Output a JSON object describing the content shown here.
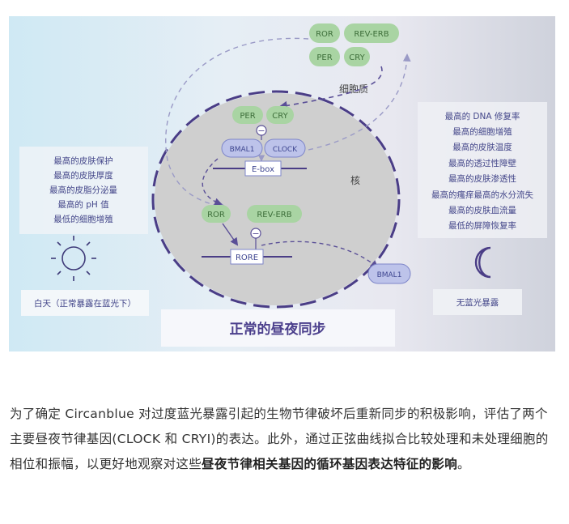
{
  "diagram": {
    "title": "正常的昼夜同步",
    "cytoplasm_label": "细胞质",
    "nucleus_label": "核",
    "day_label": "白天（正常暴露在蓝光下）",
    "night_label": "无蓝光暴露",
    "inhibit_symbol": "−",
    "genes": {
      "ror_top": "ROR",
      "reverb_top": "REV-ERB",
      "per_top": "PER",
      "cry_top": "CRY",
      "per": "PER",
      "cry": "CRY",
      "bmal1": "BMAL1",
      "clock": "CLOCK",
      "ebox": "E-box",
      "ror": "ROR",
      "reverb": "REV-ERB",
      "rore": "RORE",
      "bmal1_out": "BMAL1"
    },
    "day_effects": [
      "最高的皮肤保护",
      "最高的皮肤厚度",
      "最高的皮脂分泌量",
      "最高的 pH 值",
      "最低的细胞增殖"
    ],
    "night_effects": [
      "最高的 DNA 修复率",
      "最高的细胞增殖",
      "最高的皮肤温度",
      "最高的透过性障壁",
      "最高的皮肤渗透性",
      "最高的瘙痒最高的水分流失",
      "最高的皮肤血流量",
      "最低的屏障恢复率"
    ],
    "colors": {
      "green_pill": "#a9d4a3",
      "green_text": "#3d6e3a",
      "lavender_pill": "#bdc3ea",
      "lavender_text": "#3e4690",
      "nucleus": "#cfcfcf",
      "dashed_border": "#4a3d86",
      "title_text": "#4b3f8c"
    }
  },
  "paragraph": {
    "intro": "为了确定 Circanblue 对过度蓝光暴露引起的生物节律破坏后重新同步的积极影响，评估了两个主要昼夜节律基因(CLOCK 和 CRYI)的表达。此外，通过正弦曲线拟合比较处理和未处理细胞的相位和振幅，以更好地观察对这些",
    "bold": "昼夜节律相关基因的循环基因表达特征的影响",
    "end": "。"
  }
}
